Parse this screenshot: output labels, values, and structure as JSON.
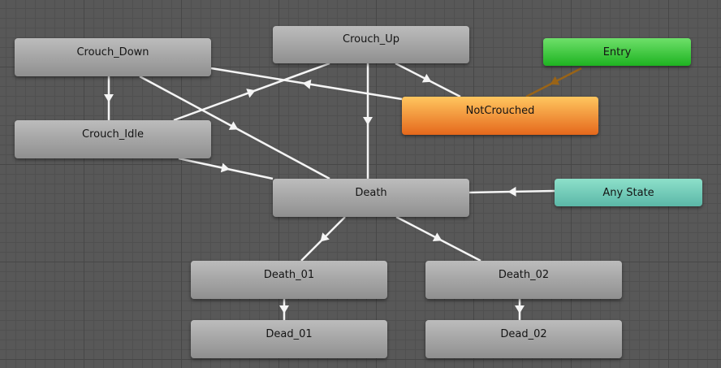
{
  "window": {
    "title": "Animator State Machine"
  },
  "colors": {
    "transition": "#f5f5f5",
    "entry_transition": "#9a6417",
    "state_node": "#a5a5a5",
    "default_state": "#f19a3c",
    "entry_node": "#2fc02f",
    "any_state_node": "#74ccb9"
  },
  "states": [
    {
      "id": "crouch_down",
      "label": "Crouch_Down",
      "type": "state"
    },
    {
      "id": "crouch_up",
      "label": "Crouch_Up",
      "type": "state"
    },
    {
      "id": "entry",
      "label": "Entry",
      "type": "entry"
    },
    {
      "id": "not_crouched",
      "label": "NotCrouched",
      "type": "default"
    },
    {
      "id": "crouch_idle",
      "label": "Crouch_Idle",
      "type": "state"
    },
    {
      "id": "death",
      "label": "Death",
      "type": "state"
    },
    {
      "id": "any_state",
      "label": "Any State",
      "type": "any"
    },
    {
      "id": "death_01",
      "label": "Death_01",
      "type": "state"
    },
    {
      "id": "death_02",
      "label": "Death_02",
      "type": "state"
    },
    {
      "id": "dead_01",
      "label": "Dead_01",
      "type": "state"
    },
    {
      "id": "dead_02",
      "label": "Dead_02",
      "type": "state"
    }
  ],
  "transitions": [
    {
      "from": "crouch_down",
      "to": "crouch_idle"
    },
    {
      "from": "crouch_down",
      "to": "death"
    },
    {
      "from": "not_crouched",
      "to": "crouch_down"
    },
    {
      "from": "crouch_idle",
      "to": "crouch_up"
    },
    {
      "from": "crouch_idle",
      "to": "death"
    },
    {
      "from": "crouch_up",
      "to": "not_crouched"
    },
    {
      "from": "crouch_up",
      "to": "death"
    },
    {
      "from": "entry",
      "to": "not_crouched",
      "kind": "entry"
    },
    {
      "from": "any_state",
      "to": "death"
    },
    {
      "from": "death",
      "to": "death_01"
    },
    {
      "from": "death",
      "to": "death_02"
    },
    {
      "from": "death_01",
      "to": "dead_01"
    },
    {
      "from": "death_02",
      "to": "dead_02"
    }
  ]
}
